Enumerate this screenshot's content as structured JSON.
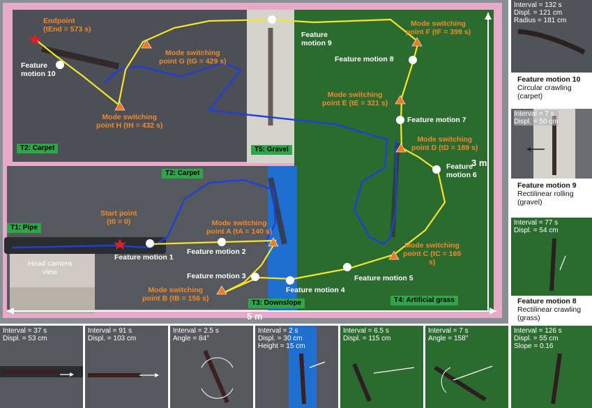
{
  "map": {
    "endpoint": "Endpoint",
    "t_end": "(tEnd = 573 s)",
    "feature_motion_10": "Feature\nmotion 10",
    "mode_g": "Mode switching\npoint G (tG = 429 s)",
    "mode_h": "Mode switching\npoint H (tH = 432 s)",
    "t2_carpet_top": "T2: Carpet",
    "t5_gravel": "T5: Gravel",
    "feature_motion_9": "Feature\nmotion 9",
    "mode_f": "Mode switching\npoint F (tF = 399 s)",
    "feature_motion_8": "Feature motion 8",
    "mode_e": "Mode switching\npoint E (tE = 321 s)",
    "feature_motion_7": "Feature motion 7",
    "mode_d": "Mode switching\npoint D (tD = 189 s)",
    "feature_motion_6": "Feature\nmotion 6",
    "three_m": "3 m",
    "t2_carpet_mid": "T2: Carpet",
    "t1_pipe": "T1: Pipe",
    "start_point": "Start point\n(t0 = 0)",
    "mode_a": "Mode switching\npoint A (tA = 140 s)",
    "feature_motion_1": "Feature motion 1",
    "feature_motion_2": "Feature motion 2",
    "head_camera": "Head camera\nview",
    "feature_motion_3": "Feature motion 3",
    "mode_b": "Mode switching\npoint B (tB = 156 s)",
    "feature_motion_4": "Feature motion 4",
    "feature_motion_5": "Feature motion 5",
    "mode_c": "Mode switching\npoint C (tC = 169\ns)",
    "t3_downslope": "T3: Downslope",
    "t4_grass": "T4: Artificial grass",
    "five_m": "5 m"
  },
  "right_panels": [
    {
      "text": "Interval = 132 s\nDispl. = 121 cm\nRadius = 181 cm",
      "caption_title": "Feature motion 10",
      "caption_body": "Circular crawling\n(carpet)"
    },
    {
      "text": "Interval = 7 s\nDispl. = 50 cm",
      "caption_title": "Feature motion 9",
      "caption_body": "Rectilinear rolling\n(gravel)"
    },
    {
      "text": "Interval = 77 s\nDispl. = 54 cm",
      "caption_title": "Feature motion 8",
      "caption_body": "Rectilinear crawling\n(grass)"
    },
    {
      "text": "Interval = 126 s\nDispl. = 55 cm\nSlope = 0.16"
    }
  ],
  "bottom_panels": [
    {
      "text": "Interval = 37 s\nDispl. = 53 cm"
    },
    {
      "text": "Interval = 91 s\nDispl. = 103 cm"
    },
    {
      "text": "Interval = 2.5 s\nAngle = 84°"
    },
    {
      "text": "Interval = 2 s\nDispl. = 30 cm\nHeight = 15 cm"
    },
    {
      "text": "Interval = 6.5 s\nDispl. = 115 cm"
    },
    {
      "text": "Interval = 7 s\nAngle = 158°"
    }
  ],
  "colors": {
    "carpet": "#4a4d52",
    "grass": "#2b6b2e",
    "gravel": "#d9d9d6",
    "downslope": "#1f6fd0",
    "yellow_path": "#f5e62a",
    "blue_path": "#1f3fd8",
    "border_pink": "#e8a6c8"
  }
}
